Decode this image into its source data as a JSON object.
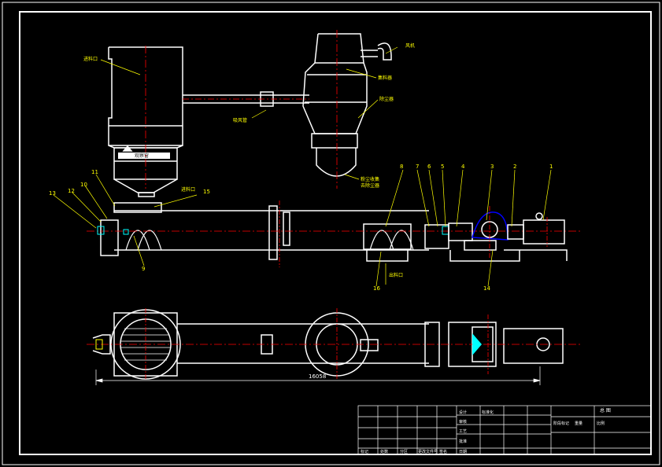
{
  "labels": {
    "inlet_top": "进料口",
    "fan": "风机",
    "suction_pipe": "吸风管",
    "bag_filter": "除尘器",
    "cyclone": "集料器",
    "dust_outlet": "粉尘收集",
    "dust_outlet_2": "去除尘器",
    "hopper_plate": "观察窗",
    "feed_inlet": "进料口",
    "discharge_outlet": "出料口"
  },
  "part_numbers": [
    "1",
    "2",
    "3",
    "4",
    "5",
    "6",
    "7",
    "8",
    "9",
    "10",
    "11",
    "12",
    "13",
    "14",
    "15",
    "16"
  ],
  "dimension": "16058",
  "title_block": {
    "drawing_name": "总 图",
    "rows": [
      "标记",
      "处数",
      "分区",
      "更改文件号",
      "签名",
      "日期",
      "设计",
      "审核",
      "工艺",
      "批准",
      "标准化",
      "阶段标记",
      "重量",
      "比例"
    ]
  },
  "colors": {
    "background": "#000000",
    "outline": "#ffffff",
    "centerline": "#ff0000",
    "leader": "#ffff00",
    "accent": "#00ffff",
    "blue": "#0000ff"
  }
}
